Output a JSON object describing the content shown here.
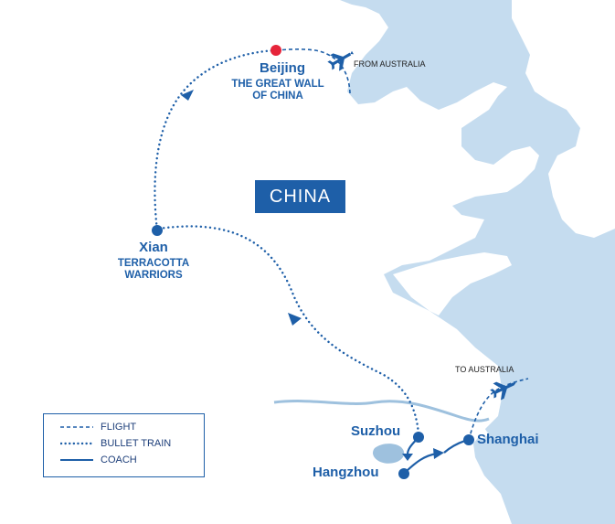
{
  "country_label": "CHINA",
  "cities": {
    "beijing": {
      "name": "Beijing",
      "sub": [
        "THE GREAT WALL",
        "OF CHINA"
      ]
    },
    "xian": {
      "name": "Xian",
      "sub": [
        "TERRACOTTA",
        "WARRIORS"
      ]
    },
    "suzhou": {
      "name": "Suzhou"
    },
    "hangzhou": {
      "name": "Hangzhou"
    },
    "shanghai": {
      "name": "Shanghai"
    }
  },
  "flight_notes": {
    "from": "FROM AUSTRALIA",
    "to": "TO AUSTRALIA"
  },
  "legend": [
    {
      "label": "FLIGHT",
      "style": "dashed"
    },
    {
      "label": "BULLET TRAIN",
      "style": "dotted"
    },
    {
      "label": "COACH",
      "style": "solid"
    }
  ],
  "colors": {
    "route": "#1e5fa8",
    "water": "#c5dcef",
    "land": "#ffffff",
    "start_marker": "#e6243a"
  }
}
